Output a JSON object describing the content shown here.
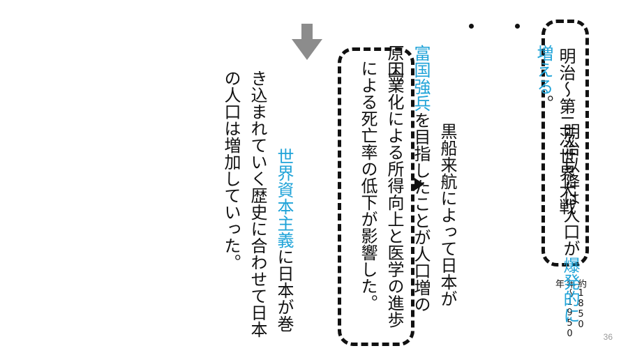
{
  "colors": {
    "accent": "#1fa3d8",
    "text": "#111111"
  },
  "title_box": {
    "title": "明治〜第二次世界大戦"
  },
  "period": {
    "text": "約1850年〜1950年"
  },
  "bullet1": {
    "pre": "明治以降は人口が",
    "highlight": "爆発的に増える",
    "post": "。"
  },
  "bullet2": {
    "line1": "黒船来航によって日本が",
    "highlight": "富国強兵",
    "line2": "を目指したことが人口増の原因。"
  },
  "cause_box": {
    "text": "工業化による所得向上と医学の進歩による死亡率の低下が影響した。"
  },
  "conclusion": {
    "highlight": "世界資本主義",
    "text": "に日本が巻き込まれていく歴史に合わせて日本の人口は増加していった。"
  },
  "icons": {
    "down_arrow": "down-arrow-icon",
    "right_arrow": "triangle-right-icon",
    "bullet": "bullet-dot-icon"
  },
  "page_number": "36"
}
